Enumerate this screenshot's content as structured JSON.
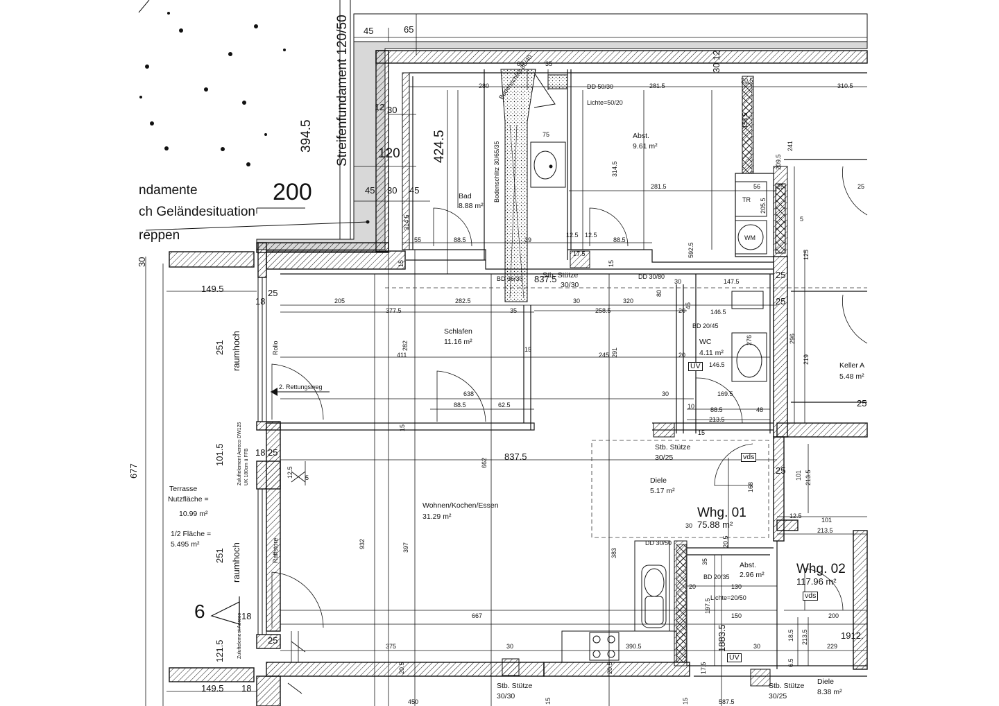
{
  "rooms": {
    "bad": {
      "name": "Bad",
      "area": "8.88 m²"
    },
    "abst_top": {
      "name": "Abst.",
      "area": "9.61 m²"
    },
    "schlafen": {
      "name": "Schlafen",
      "area": "11.16 m²"
    },
    "wc": {
      "name": "WC",
      "area": "4.11 m²"
    },
    "keller": {
      "name": "Keller A",
      "area": "5.48 m²"
    },
    "diele": {
      "name": "Diele",
      "area": "5.17 m²"
    },
    "wohnen": {
      "name": "Wohnen/Kochen/Essen",
      "area": "31.29 m²"
    },
    "abst_small": {
      "name": "Abst.",
      "area": "2.96 m²"
    },
    "diele2": {
      "name": "Diele",
      "area": "8.38 m²"
    }
  },
  "units": {
    "whg01": {
      "name": "Whg. 01",
      "area": "75.88 m²"
    },
    "whg02": {
      "name": "Whg. 02",
      "area": "117.96 m²"
    }
  },
  "terrace": {
    "name": "Terrasse",
    "nutz_label": "Nutzfläche =",
    "nutz_value": "10.99 m²",
    "half_label": "1/2 Fläche =",
    "half_value": "5.495 m²"
  },
  "labels": {
    "fundament": "Streifenfundament 120/50",
    "fund1": "ndamente",
    "fund2": "ch Geländesituation",
    "fund3": "reppen",
    "section_num": "200",
    "section_mark": "6",
    "rollo": "Rollo",
    "raffstore": "Raffstore",
    "rettungsweg": "2. Rettungsweg",
    "raumhoch1": "raumhoch",
    "raumhoch2": "raumhoch",
    "stb1_a": "Stb. Stütze",
    "stb1_b": "30/30",
    "stb2_a": "Stb. Stütze",
    "stb2_b": "30/25",
    "stb3_a": "Stb. Stütze",
    "stb3_b": "30/30",
    "stb4_a": "Stb. Stütze",
    "stb4_b": "30/25",
    "dd_top": "DD 50/30",
    "lichte_top": "Lichte=50/20",
    "dd_3080": "DD 30/80",
    "dd_3050": "DD 30/50",
    "bd_3630": "BD 36/30",
    "bd_2045": "BD 20/45",
    "bd_2035": "BD 20/35",
    "lichte_2050": "Lichte=20/50",
    "bodenschlitz": "Bodenschlitz 30/65/35",
    "bodenschlitz2": "Bodenschlitz 86/40",
    "tr": "TR",
    "wm": "WM",
    "vds1": "vds",
    "vds2": "vds",
    "uv1": "UV",
    "uv2": "UV",
    "zuluft1": "Zuluftelement Aereco DW125",
    "zuluft2": "UK 180cm ü FFB",
    "zuluft3": "Zuluftelement Aereco"
  },
  "dims": {
    "d45": "45",
    "d65": "65",
    "d3012": "30 12",
    "d3945": "394.5",
    "d4245": "424.5",
    "d12": "12",
    "d30a": "30",
    "d120": "120",
    "d45b": "45",
    "d30b": "30",
    "d45c": "45",
    "d60": "60",
    "d35": "35",
    "d280": "280",
    "d2815a": "281.5",
    "d3105": "310.5",
    "d205a": "20.5",
    "d1535": "153.5",
    "d241": "241",
    "d2095": "209.5",
    "d75": "75",
    "d3145a": "314.5",
    "d2815b": "281.5",
    "d56": "56",
    "d25a": "25",
    "d25b": "25",
    "d2055": "205.5",
    "d5": "5",
    "d3145b": "314.5",
    "d55": "55",
    "d885a": "88.5",
    "d39": "39",
    "d125a": "12.5",
    "d125b": "12.5",
    "d885b": "88.5",
    "d5925": "592.5",
    "d175a": "17.5",
    "d15a": "15",
    "d15b": "15",
    "d125c": "125",
    "d8375a": "837.5",
    "d30c": "30",
    "d80": "80",
    "d1475": "147.5",
    "d25c": "25",
    "d30d": "30",
    "d1495a": "149.5",
    "d18a": "18",
    "d25d": "25",
    "d205b": "205",
    "d2825": "282.5",
    "d30e": "30",
    "d320": "320",
    "d25e": "25",
    "d3775": "377.5",
    "d35b": "35",
    "d2585": "258.5",
    "d20a": "20",
    "d45d": "45",
    "d1465a": "146.5",
    "d251a": "251",
    "d282": "282",
    "d411": "411",
    "d15c": "15",
    "d245": "245",
    "d291": "291",
    "d20b": "20",
    "d276": "276",
    "d296": "296",
    "d219": "219",
    "d1465b": "146.5",
    "d638": "638",
    "d885c": "88.5",
    "d625": "62.5",
    "d30f": "30",
    "d1695": "169.5",
    "d10": "10",
    "d885d": "88.5",
    "d48": "48",
    "d2135a": "213.5",
    "d25f": "25",
    "d15d": "15",
    "d15e": "15",
    "d1015": "101.5",
    "d18b": "18",
    "d25g": "25",
    "d662": "662",
    "d8375b": "837.5",
    "d5b": "5",
    "d125d": "12.5",
    "d25h": "25",
    "d101a": "101",
    "d2135b": "213.5",
    "d168": "168",
    "d30g": "30",
    "d205c": "20.5",
    "d125e": "12.5",
    "d101b": "101",
    "d2135c": "213.5",
    "d932": "932",
    "d397": "397",
    "d383": "383",
    "d251b": "251",
    "d35c": "35",
    "d20c": "20",
    "d130": "130",
    "d667": "667",
    "d1975": "197.5",
    "d150": "150",
    "d200": "200",
    "d18835": "1883.5",
    "d19125": "1912.",
    "d18c": "18",
    "d1215": "121.5",
    "d375": "375",
    "d30h": "30",
    "d3905": "390.5",
    "d205d": "20.5",
    "d185": "18.5",
    "d2135d": "213.5",
    "d30i": "30",
    "d229": "229",
    "d65b": "6.5",
    "d205e": "20.5",
    "d205f": "20.5",
    "d175b": "17.5",
    "d1495b": "149.5",
    "d18d": "18",
    "d450": "450",
    "d5875": "587.5",
    "d15f": "15",
    "d15g": "15",
    "d677": "677",
    "d25i": "25"
  }
}
